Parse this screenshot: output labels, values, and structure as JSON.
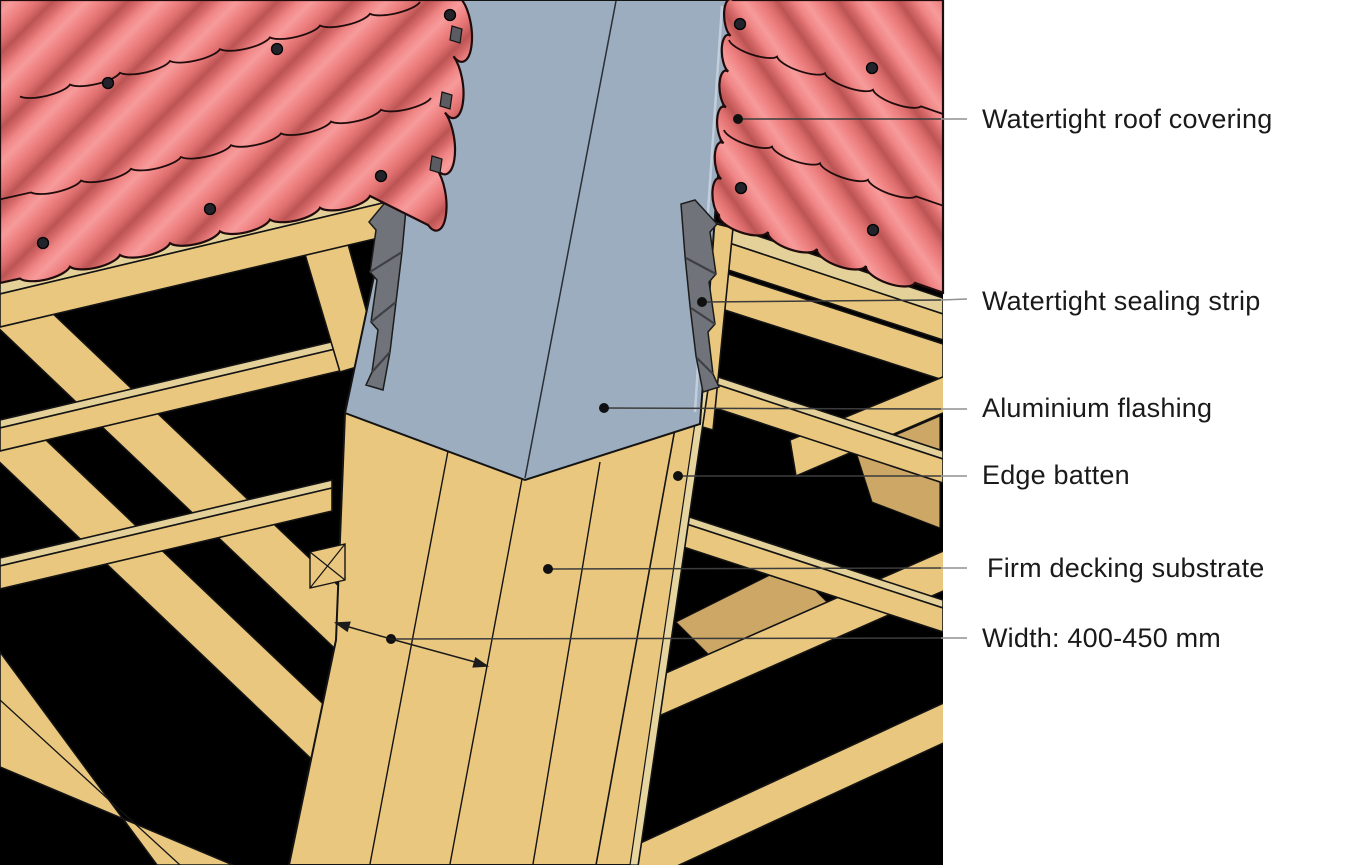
{
  "diagram": {
    "callouts": [
      {
        "id": "watertight-roof-covering",
        "text": "Watertight roof covering"
      },
      {
        "id": "watertight-sealing-strip",
        "text": "Watertight sealing strip"
      },
      {
        "id": "aluminium-flashing",
        "text": "Aluminium flashing"
      },
      {
        "id": "edge-batten",
        "text": "Edge batten"
      },
      {
        "id": "firm-decking-substrate",
        "text": "Firm decking substrate"
      },
      {
        "id": "width-dimension",
        "text": "Width: 400-450 mm"
      }
    ],
    "colors": {
      "background": "#000000",
      "panel": "#FFFFFF",
      "roof_tile": "#F08585",
      "roof_tile_shadow": "#BC5454",
      "timber": "#EAC77E",
      "timber_light": "#E4D19A",
      "timber_shadow": "#CDA765",
      "flashing": "#9CADBF",
      "flashing_highlight": "#C3CEDC",
      "sealing_strip": "#70737A",
      "outline": "#141414",
      "label_text": "#1A1A1A",
      "leader_line": "#3C3C3C",
      "leader_stub": "#919191"
    }
  }
}
